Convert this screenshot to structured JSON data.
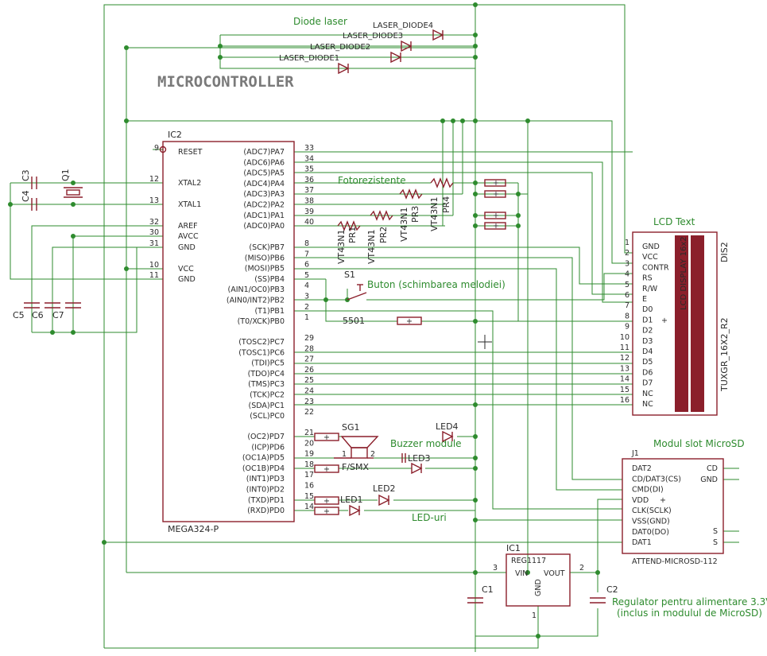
{
  "banner": "MICROCONTROLLER",
  "notes": {
    "diode_laser": "Diode laser",
    "fotorezistente": "Fotorezistente",
    "buton": "Buton (schimbarea melodiei)",
    "buzzer": "Buzzer module",
    "led_uri": "LED-uri",
    "lcd_text": "LCD Text",
    "modul_sd": "Modul slot MicroSD",
    "regulator_1": "Regulator pentru alimentare 3.3V",
    "regulator_2": "(inclus in modulul de MicroSD)"
  },
  "lasers": [
    "LASER_DIODE4",
    "LASER_DIODE3",
    "LASER_DIODE2",
    "LASER_DIODE1"
  ],
  "ic2": {
    "name": "IC2",
    "part": "MEGA324-P",
    "left_pins": [
      {
        "num": "9",
        "name": "RESET"
      },
      {
        "num": "12",
        "name": "XTAL2"
      },
      {
        "num": "13",
        "name": "XTAL1"
      },
      {
        "num": "32",
        "name": "AREF"
      },
      {
        "num": "30",
        "name": "AVCC"
      },
      {
        "num": "31",
        "name": "GND"
      },
      {
        "num": "10",
        "name": "VCC"
      },
      {
        "num": "11",
        "name": "GND"
      }
    ],
    "right_pins": [
      {
        "num": "33",
        "name": "(ADC7)PA7"
      },
      {
        "num": "34",
        "name": "(ADC6)PA6"
      },
      {
        "num": "35",
        "name": "(ADC5)PA5"
      },
      {
        "num": "36",
        "name": "(ADC4)PA4"
      },
      {
        "num": "37",
        "name": "(ADC3)PA3"
      },
      {
        "num": "38",
        "name": "(ADC2)PA2"
      },
      {
        "num": "39",
        "name": "(ADC1)PA1"
      },
      {
        "num": "40",
        "name": "(ADC0)PA0"
      },
      {
        "num": "8",
        "name": "(SCK)PB7"
      },
      {
        "num": "7",
        "name": "(MISO)PB6"
      },
      {
        "num": "6",
        "name": "(MOSI)PB5"
      },
      {
        "num": "5",
        "name": "(SS)PB4"
      },
      {
        "num": "4",
        "name": "(AIN1/OC0)PB3"
      },
      {
        "num": "3",
        "name": "(AIN0/INT2)PB2"
      },
      {
        "num": "2",
        "name": "(T1)PB1"
      },
      {
        "num": "1",
        "name": "(T0/XCK)PB0"
      },
      {
        "num": "29",
        "name": "(TOSC2)PC7"
      },
      {
        "num": "28",
        "name": "(TOSC1)PC6"
      },
      {
        "num": "27",
        "name": "(TDI)PC5"
      },
      {
        "num": "26",
        "name": "(TDO)PC4"
      },
      {
        "num": "25",
        "name": "(TMS)PC3"
      },
      {
        "num": "24",
        "name": "(TCK)PC2"
      },
      {
        "num": "23",
        "name": "(SDA)PC1"
      },
      {
        "num": "22",
        "name": "(SCL)PC0"
      },
      {
        "num": "21",
        "name": "(OC2)PD7"
      },
      {
        "num": "20",
        "name": "(ICP)PD6"
      },
      {
        "num": "19",
        "name": "(OC1A)PD5"
      },
      {
        "num": "18",
        "name": "(OC1B)PD4"
      },
      {
        "num": "17",
        "name": "(INT1)PD3"
      },
      {
        "num": "16",
        "name": "(INT0)PD2"
      },
      {
        "num": "15",
        "name": "(TXD)PD1"
      },
      {
        "num": "14",
        "name": "(RXD)PD0"
      }
    ]
  },
  "lcd": {
    "ref": "DIS2",
    "inner": "LCD DISPLAY 16x2",
    "part": "TUXGR_16X2_R2",
    "pins": [
      {
        "num": "1",
        "name": "GND"
      },
      {
        "num": "2",
        "name": "VCC"
      },
      {
        "num": "3",
        "name": "CONTR"
      },
      {
        "num": "4",
        "name": "RS"
      },
      {
        "num": "5",
        "name": "R/W"
      },
      {
        "num": "6",
        "name": "E"
      },
      {
        "num": "7",
        "name": "D0"
      },
      {
        "num": "8",
        "name": "D1"
      },
      {
        "num": "9",
        "name": "D2"
      },
      {
        "num": "10",
        "name": "D3"
      },
      {
        "num": "11",
        "name": "D4"
      },
      {
        "num": "12",
        "name": "D5"
      },
      {
        "num": "13",
        "name": "D6"
      },
      {
        "num": "14",
        "name": "D7"
      },
      {
        "num": "15",
        "name": "NC"
      },
      {
        "num": "16",
        "name": "NC"
      }
    ]
  },
  "sd": {
    "ref": "J1",
    "part": "ATTEND-MICROSD-112",
    "left_pins": [
      "DAT2",
      "CD/DAT3(CS)",
      "CMD(DI)",
      "VDD",
      "CLK(SCLK)",
      "VSS(GND)",
      "DAT0(DO)",
      "DAT1"
    ],
    "right_pins": [
      "CD",
      "GND",
      "S",
      "S"
    ]
  },
  "reg": {
    "ref": "IC1",
    "part": "REG1117",
    "vin": "VIN",
    "vout": "VOUT",
    "gnd": "GND",
    "pin_in": "3",
    "pin_out": "2",
    "pin_gnd": "1"
  },
  "parts": {
    "c1": "C1",
    "c2": "C2",
    "c3": "C3",
    "c4": "C4",
    "c5": "C5",
    "c6": "C6",
    "c7": "C7",
    "q1": "Q1",
    "s1": "S1",
    "s1_pin": "5501",
    "sg1": "SG1",
    "sg1_p1": "1",
    "sg1_p2": "2",
    "f_smx": "F/SMX",
    "led1": "LED1",
    "led2": "LED2",
    "led3": "LED3",
    "led4": "LED4",
    "pr1": "PR1",
    "pr2": "PR2",
    "pr3": "PR3",
    "pr4": "PR4",
    "vt": "VT43N1"
  }
}
